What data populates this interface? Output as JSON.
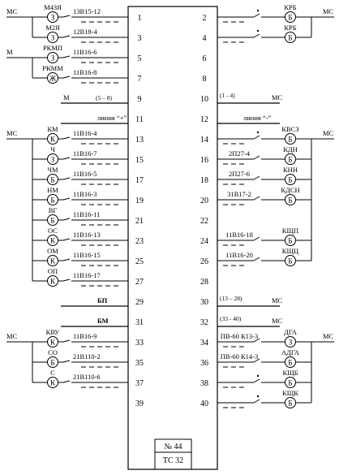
{
  "terminal_block": {
    "number": "№ 44",
    "code": "ТС 32"
  },
  "left_terminals": [
    {
      "n": "1",
      "wire": "13В15-12",
      "device": {
        "label": "М43Я",
        "glyph": "З"
      },
      "bus": "МС",
      "switch": "open"
    },
    {
      "n": "3",
      "wire": "12В18-4",
      "device": {
        "label": "М2Я",
        "glyph": "З"
      },
      "switch": "open"
    },
    {
      "n": "5",
      "wire": "11В16-6",
      "device": {
        "label": "РКМП",
        "glyph": "З"
      },
      "bus": "М",
      "switch": "open"
    },
    {
      "n": "7",
      "wire": "11В16-8",
      "device": {
        "label": "РКММ",
        "glyph": "Ж"
      },
      "switch": "open"
    },
    {
      "n": "9",
      "line_label": "М",
      "range": "(5 – 8)"
    },
    {
      "n": "11",
      "line_label": "линия “+”"
    },
    {
      "n": "13",
      "wire": "11В16-4",
      "device": {
        "label": "КМ",
        "glyph": "К"
      },
      "bus": "МС",
      "switch": "open"
    },
    {
      "n": "15",
      "wire": "11В16-7",
      "device": {
        "label": "Ч",
        "glyph": "З"
      },
      "switch": "open"
    },
    {
      "n": "17",
      "wire": "11В16-5",
      "device": {
        "label": "ЧМ",
        "glyph": "Б"
      },
      "switch": "open"
    },
    {
      "n": "19",
      "wire": "11В16-3",
      "device": {
        "label": "НМ",
        "glyph": "Б"
      },
      "switch": "open"
    },
    {
      "n": "21",
      "wire": "11В16-11",
      "device": {
        "label": "ВГ",
        "glyph": "Б"
      },
      "switch": "open"
    },
    {
      "n": "23",
      "wire": "11В16-13",
      "device": {
        "label": "ОС",
        "glyph": "К"
      },
      "switch": "open"
    },
    {
      "n": "25",
      "wire": "11В16-15",
      "device": {
        "label": "ОМ",
        "glyph": "К"
      },
      "switch": "open"
    },
    {
      "n": "27",
      "wire": "11В16-17",
      "device": {
        "label": "ОП",
        "glyph": "К"
      },
      "switch": "open"
    },
    {
      "n": "29",
      "line_label": "БП"
    },
    {
      "n": "31",
      "line_label": "БМ"
    },
    {
      "n": "33",
      "wire": "11В16-9",
      "device": {
        "label": "КВУ",
        "glyph": "К"
      },
      "bus": "МС",
      "switch": "open"
    },
    {
      "n": "35",
      "wire": "21В110-2",
      "device": {
        "label": "СО",
        "glyph": "Б"
      },
      "switch": "open"
    },
    {
      "n": "37",
      "wire": "21В110-6",
      "device": {
        "label": "С",
        "glyph": "К"
      },
      "switch": "open"
    },
    {
      "n": "39"
    }
  ],
  "right_terminals": [
    {
      "n": "2",
      "device": {
        "label": "КРБ",
        "glyph": "Б"
      },
      "bus": "МС",
      "switch": "closed"
    },
    {
      "n": "4",
      "device": {
        "label": "КРБ",
        "glyph": "Б"
      },
      "switch": "closed"
    },
    {
      "n": "6"
    },
    {
      "n": "8"
    },
    {
      "n": "10",
      "line_label": "МС",
      "range": "(1 - 4)"
    },
    {
      "n": "12",
      "line_label": "линия “-”"
    },
    {
      "n": "14",
      "device": {
        "label": "КВСЗ",
        "glyph": "Б"
      },
      "bus": "МС",
      "switch": "closed"
    },
    {
      "n": "16",
      "wire": "2П27-4",
      "device": {
        "label": "КДН",
        "glyph": "Б"
      },
      "switch": "open"
    },
    {
      "n": "18",
      "wire": "2П27-6",
      "device": {
        "label": "КНН",
        "glyph": "Б"
      },
      "switch": "open"
    },
    {
      "n": "20",
      "wire": "31В17-2",
      "device": {
        "label": "КДСН",
        "glyph": "Б"
      },
      "switch": "open"
    },
    {
      "n": "22"
    },
    {
      "n": "24",
      "wire": "11В16-18",
      "device": {
        "label": "КЩП",
        "glyph": "Б"
      },
      "switch": "open"
    },
    {
      "n": "26",
      "wire": "11В16-20",
      "device": {
        "label": "КЩЦ",
        "glyph": "Б"
      },
      "switch": "open"
    },
    {
      "n": "28"
    },
    {
      "n": "30",
      "line_label": "МС",
      "range": "(13 – 28)"
    },
    {
      "n": "32",
      "line_label": "МС",
      "range": "(33 - 40)"
    },
    {
      "n": "34",
      "wire": "ПВ-60 К13-3",
      "device": {
        "label": "ДГА",
        "glyph": "З"
      },
      "bus": "МС",
      "switch": "open"
    },
    {
      "n": "36",
      "wire": "ПВ-60 К14-3",
      "device": {
        "label": "АДГА",
        "glyph": "Б"
      },
      "switch": "open"
    },
    {
      "n": "38",
      "device": {
        "label": "КЩБ",
        "glyph": "Б"
      },
      "switch": "closed"
    },
    {
      "n": "40",
      "device": {
        "label": "КЩК",
        "glyph": "Б"
      },
      "switch": "closed"
    }
  ]
}
